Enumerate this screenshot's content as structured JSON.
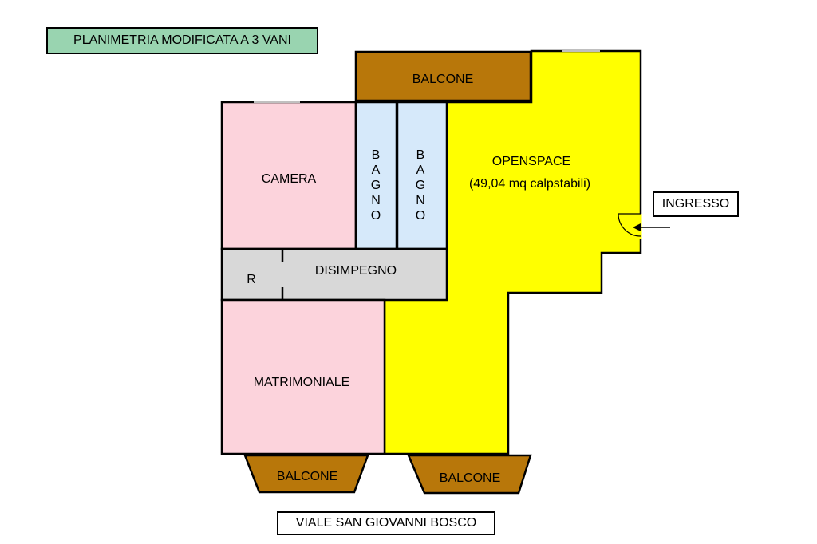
{
  "title": "PLANIMETRIA MODIFICATA A 3 VANI",
  "entrance_label": "INGRESSO",
  "street_label": "VIALE SAN GIOVANNI BOSCO",
  "rooms": {
    "camera": "CAMERA",
    "bagno_letters": [
      "B",
      "A",
      "G",
      "N",
      "O"
    ],
    "disimpegno": "DISIMPEGNO",
    "ripostiglio": "R",
    "matrimoniale": "MATRIMONIALE",
    "openspace": "OPENSPACE",
    "openspace_area": "(49,04 mq calpstabili)",
    "balcone": "BALCONE"
  },
  "colors": {
    "title_bg": "#99d4b0",
    "bedroom": "#fcd3dc",
    "bathroom": "#d6e9fa",
    "corridor": "#d8d8d8",
    "openspace": "#ffff00",
    "balcony": "#b8770a",
    "walls": "#000000"
  }
}
